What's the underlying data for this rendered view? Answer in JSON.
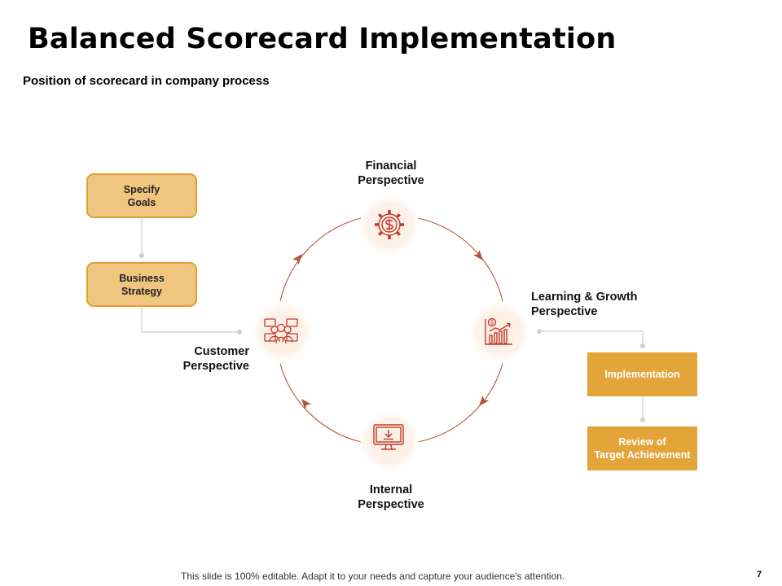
{
  "title": "Balanced Scorecard Implementation",
  "subtitle": "Position of scorecard in company process",
  "left_flow": {
    "specify_goals": "Specify\nGoals",
    "business_strategy": "Business\nStrategy"
  },
  "cycle": {
    "financial": "Financial\nPerspective",
    "learning": "Learning & Growth\nPerspective",
    "internal": "Internal\nPerspective",
    "customer": "Customer\nPerspective"
  },
  "right_flow": {
    "implementation": "Implementation",
    "review": "Review of\nTarget Achievement"
  },
  "icons": {
    "financial": "gear-dollar-icon",
    "learning": "growth-chart-icon",
    "internal": "monitor-download-icon",
    "customer": "team-icon"
  },
  "colors": {
    "accent": "#e3a43a",
    "box_fill": "#f0c580",
    "icon_red": "#c0392b",
    "cycle_line": "#b5533a"
  },
  "footer": "This slide is 100% editable. Adapt it to your needs and capture your audience's attention.",
  "page_number": "7"
}
